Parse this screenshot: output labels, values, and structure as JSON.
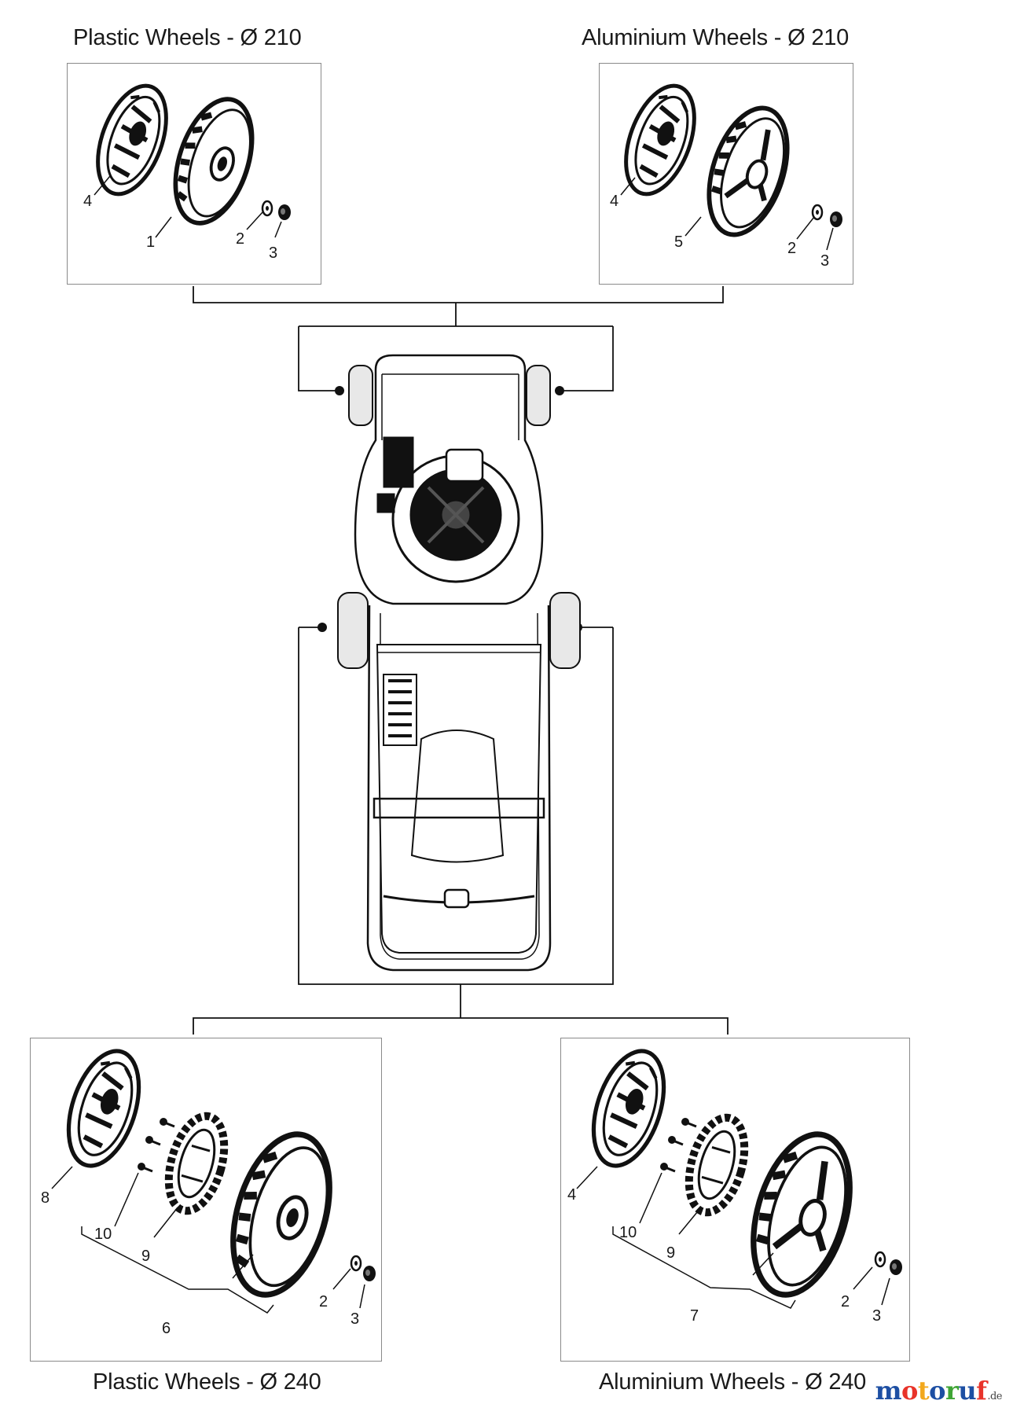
{
  "titles": {
    "top_left": "Plastic Wheels - Ø 210",
    "top_right": "Aluminium Wheels - Ø 210",
    "bottom_left": "Plastic Wheels - Ø 240",
    "bottom_right": "Aluminium Wheels - Ø 240"
  },
  "callouts": {
    "top_left": [
      "4",
      "1",
      "2",
      "3"
    ],
    "top_right": [
      "4",
      "5",
      "2",
      "3"
    ],
    "bottom_left": [
      "8",
      "10",
      "9",
      "6",
      "2",
      "3"
    ],
    "bottom_right": [
      "4",
      "10",
      "9",
      "7",
      "2",
      "3"
    ]
  },
  "watermark": {
    "brand": "motoruf",
    "tld": ".de",
    "colors": [
      "#1d4fa3",
      "#e8332a",
      "#f2a81d",
      "#1d4fa3",
      "#3fa535",
      "#1d4fa3",
      "#e8332a"
    ]
  },
  "icons": {
    "wheel": "wheel-hubcap-icon",
    "mower": "lawn-mower-top-view-icon"
  }
}
